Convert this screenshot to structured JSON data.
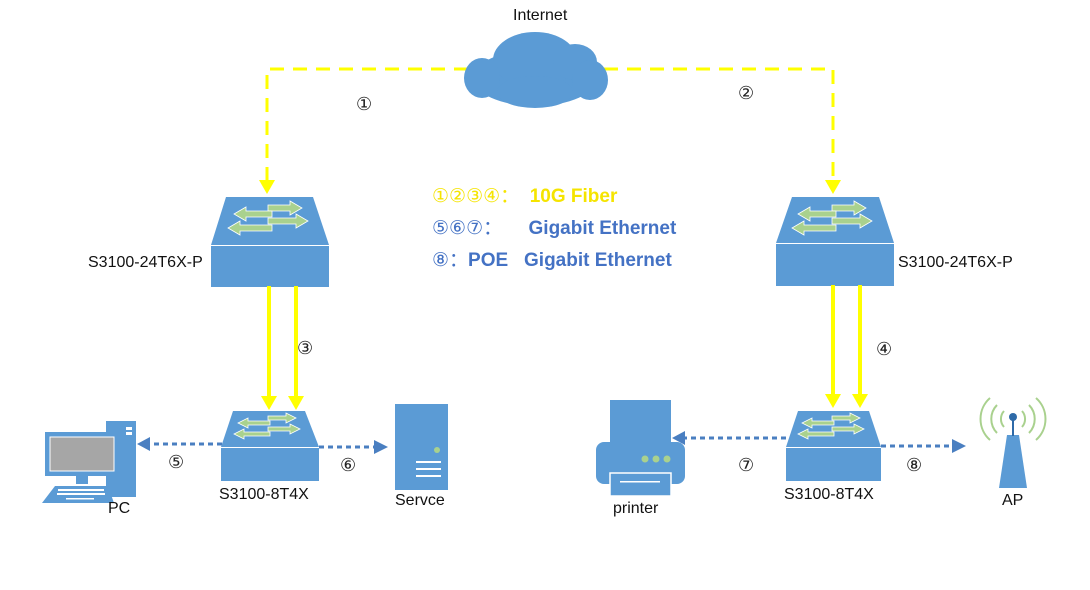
{
  "title": "Network topology",
  "colors": {
    "fiber": "#ffff00",
    "ethernet": "#4a7fc1",
    "device": "#5b9bd5",
    "arrow_icon": "#a9d18e",
    "legend_fiber": "#f5e400",
    "legend_ethernet": "#4472c4"
  },
  "nodes": {
    "internet": {
      "label": "Internet"
    },
    "core_left": {
      "label": "S3100-24T6X-P"
    },
    "core_right": {
      "label": "S3100-24T6X-P"
    },
    "access_left": {
      "label": "S3100-8T4X"
    },
    "access_right": {
      "label": "S3100-8T4X"
    },
    "pc": {
      "label": "PC"
    },
    "server": {
      "label": "Servce"
    },
    "printer": {
      "label": "printer"
    },
    "ap": {
      "label": "AP"
    }
  },
  "links": [
    {
      "id": "1",
      "marker": "①",
      "from": "internet",
      "to": "core_left",
      "type": "10G Fiber"
    },
    {
      "id": "2",
      "marker": "②",
      "from": "internet",
      "to": "core_right",
      "type": "10G Fiber"
    },
    {
      "id": "3",
      "marker": "③",
      "from": "core_left",
      "to": "access_left",
      "type": "10G Fiber"
    },
    {
      "id": "4",
      "marker": "④",
      "from": "core_right",
      "to": "access_right",
      "type": "10G Fiber"
    },
    {
      "id": "5",
      "marker": "⑤",
      "from": "access_left",
      "to": "pc",
      "type": "Gigabit Ethernet"
    },
    {
      "id": "6",
      "marker": "⑥",
      "from": "access_left",
      "to": "server",
      "type": "Gigabit Ethernet"
    },
    {
      "id": "7",
      "marker": "⑦",
      "from": "access_right",
      "to": "printer",
      "type": "Gigabit Ethernet"
    },
    {
      "id": "8",
      "marker": "⑧",
      "from": "access_right",
      "to": "ap",
      "type": "POE Gigabit Ethernet"
    }
  ],
  "legend": [
    {
      "markers": "①②③④：",
      "text": "10G Fiber"
    },
    {
      "markers": "⑤⑥⑦：",
      "text": "Gigabit Ethernet"
    },
    {
      "markers": "⑧：",
      "text": "POE   Gigabit Ethernet"
    }
  ]
}
